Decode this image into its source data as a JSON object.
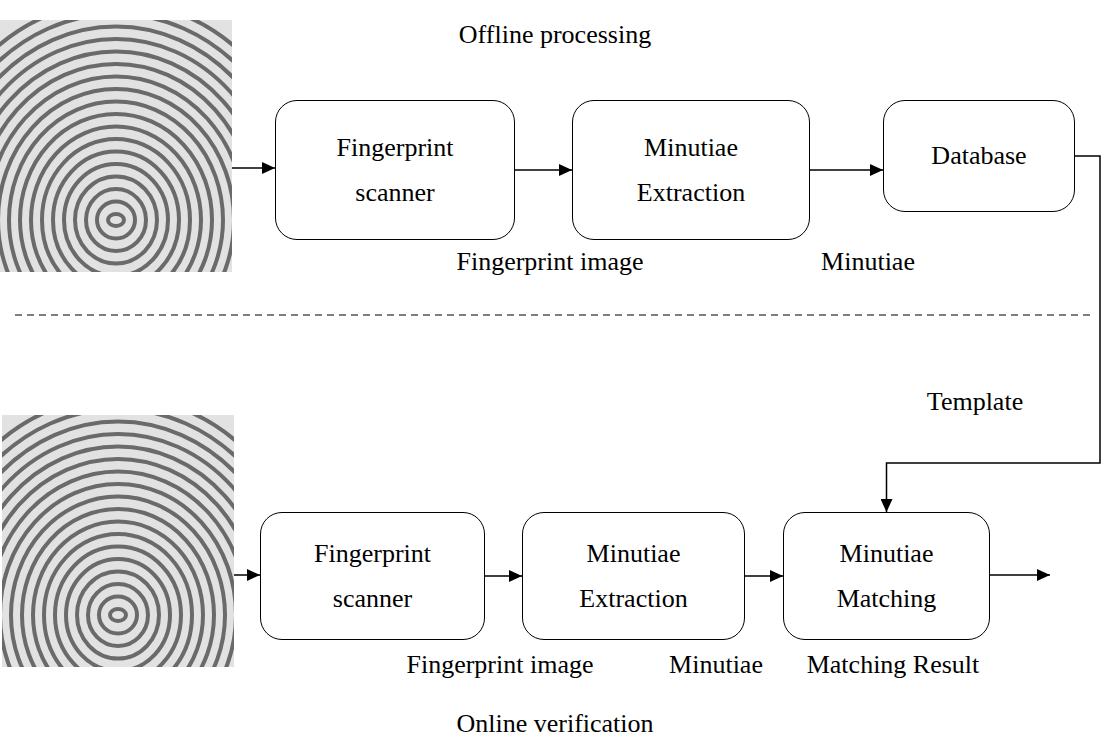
{
  "diagram": {
    "nodes": [
      {
        "text": [
          "Fingerprint scanner"
        ]
      },
      {
        "text": [
          "Minutiae Extraction"
        ]
      },
      {
        "text": [
          "Database"
        ]
      },
      {
        "text": [
          "Fingerprint scanner"
        ]
      },
      {
        "text": [
          "Minutiae Extraction"
        ]
      },
      {
        "text": [
          "Minutiae Matching"
        ]
      }
    ],
    "edges": [
      {
        "from": 0,
        "to": 1,
        "arrow": "to",
        "label": "Fingerprint image"
      },
      {
        "from": 1,
        "to": 2,
        "arrow": "to",
        "label": "Minutiae"
      },
      {
        "from": 2,
        "to": 5,
        "arrow": "to",
        "label": "Template"
      },
      {
        "from": 3,
        "to": 4,
        "arrow": "to",
        "label": "Fingerprint image"
      },
      {
        "from": 4,
        "to": 5,
        "arrow": "to",
        "label": "Minutiae"
      }
    ],
    "labels": [
      "Offline processing",
      "Online verification",
      "Matching Result"
    ]
  }
}
